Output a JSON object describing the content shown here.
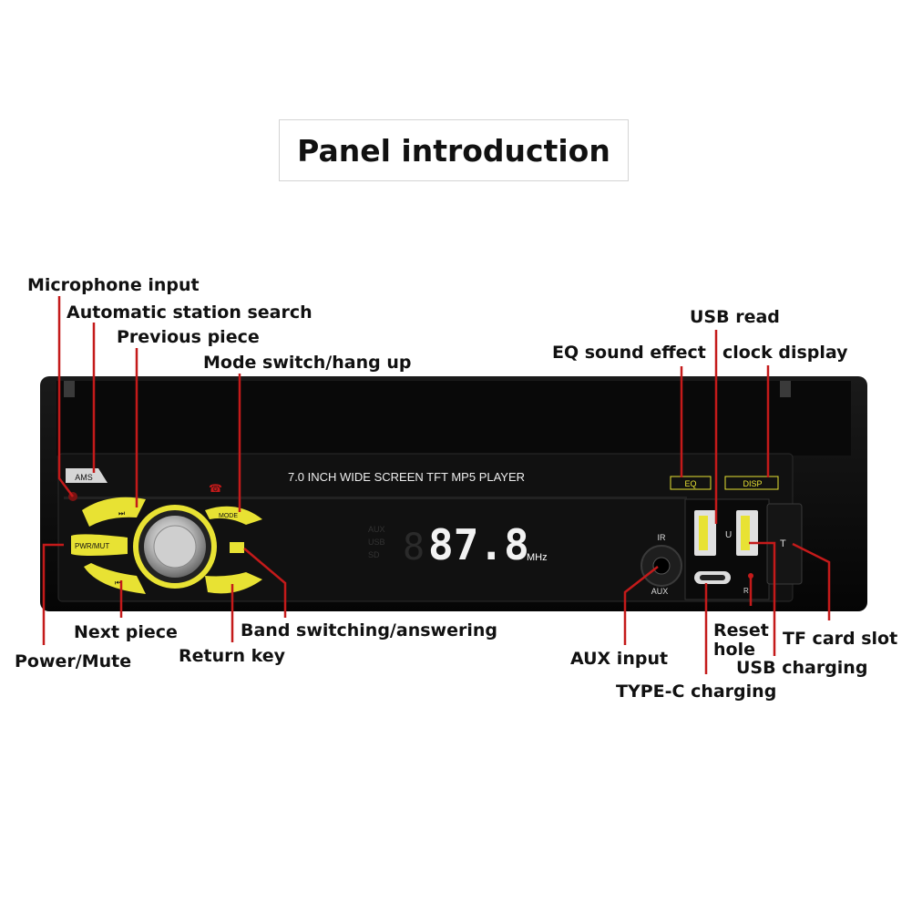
{
  "title": "Panel introduction",
  "device": {
    "screen_caption": "7.0 INCH WIDE SCREEN TFT MP5 PLAYER",
    "frequency": "87.8",
    "frequency_unit": "MHz",
    "source_indicators": [
      "AUX",
      "USB",
      "SD"
    ],
    "buttons": {
      "ams": "AMS",
      "mode": "MODE",
      "pwr_mut": "PWR/MUT",
      "eq": "EQ",
      "disp": "DISP",
      "ir": "IR",
      "aux": "AUX",
      "usb_u": "U",
      "tf_t": "T",
      "reset_r": "R"
    }
  },
  "labels": {
    "microphone_input": "Microphone input",
    "automatic_station_search": "Automatic station search",
    "previous_piece": "Previous piece",
    "mode_switch": "Mode switch/hang up",
    "usb_read": "USB read",
    "eq_sound_effect": "EQ sound effect",
    "clock_display": "clock display",
    "next_piece": "Next piece",
    "power_mute": "Power/Mute",
    "band_switching": "Band switching/answering",
    "return_key": "Return key",
    "aux_input": "AUX input",
    "type_c_charging": "TYPE-C charging",
    "reset_hole_1": "Reset",
    "reset_hole_2": "hole",
    "tf_card_slot": "TF card slot",
    "usb_charging": "USB charging"
  },
  "colors": {
    "accent_line": "#c41a1a",
    "button_yellow": "#e8e233",
    "panel_black": "#0c0c0c"
  }
}
